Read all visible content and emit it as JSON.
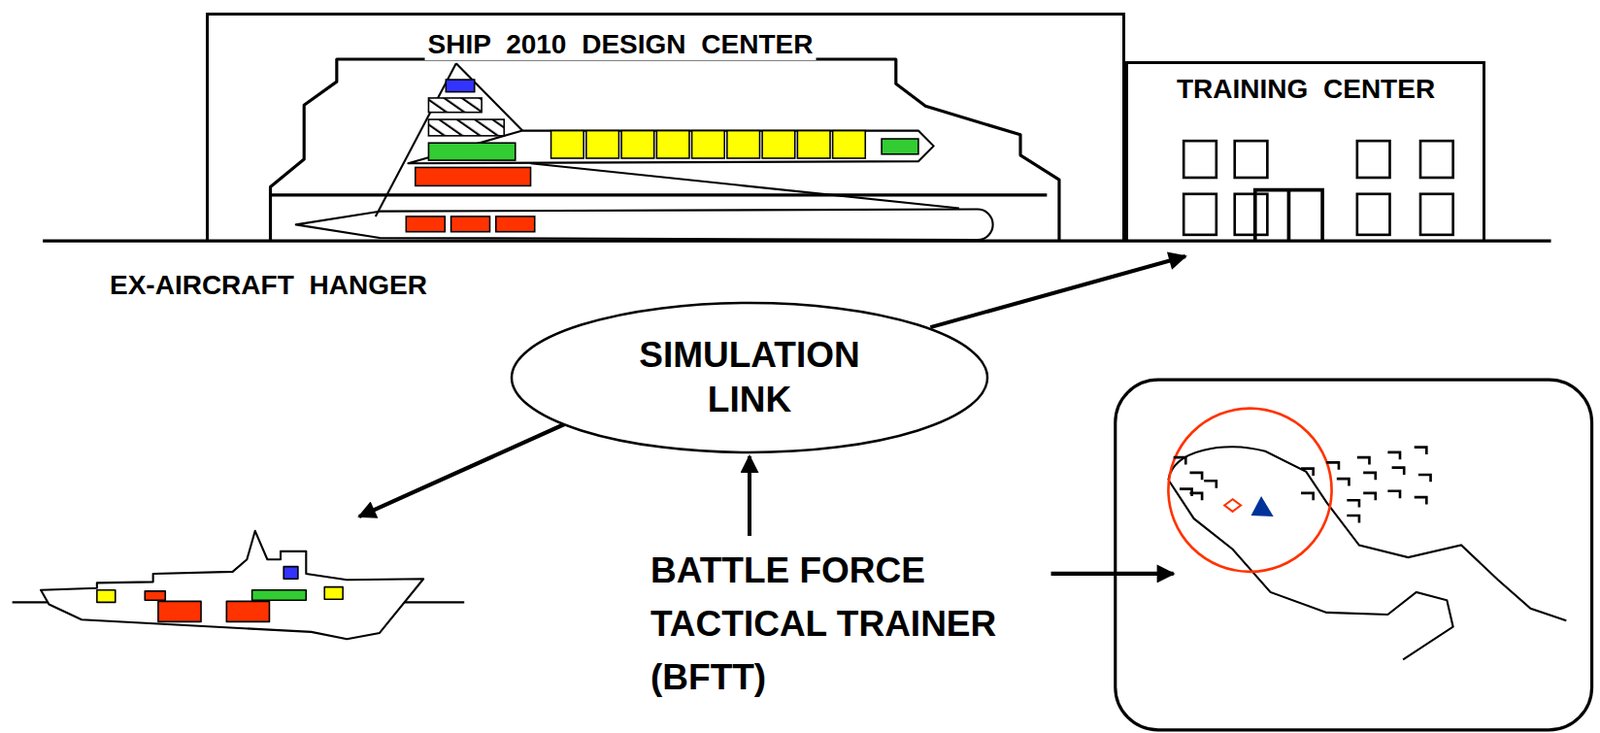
{
  "diagram": {
    "nodes": [
      {
        "text": [
          "SHIP 2010 DESIGN CENTER",
          "EX-AIRCRAFT HANGER"
        ]
      },
      {
        "text": [
          "TRAINING CENTER"
        ]
      },
      {
        "text": [
          "SIMULATION LINK"
        ]
      },
      {
        "text": [
          "BATTLE FORCE TACTICAL TRAINER (BFTT)"
        ]
      }
    ],
    "edges": [
      {
        "from": 3,
        "to": 2,
        "arrow": "to"
      },
      {
        "from": 2,
        "to": 1,
        "arrow": "to"
      }
    ]
  }
}
